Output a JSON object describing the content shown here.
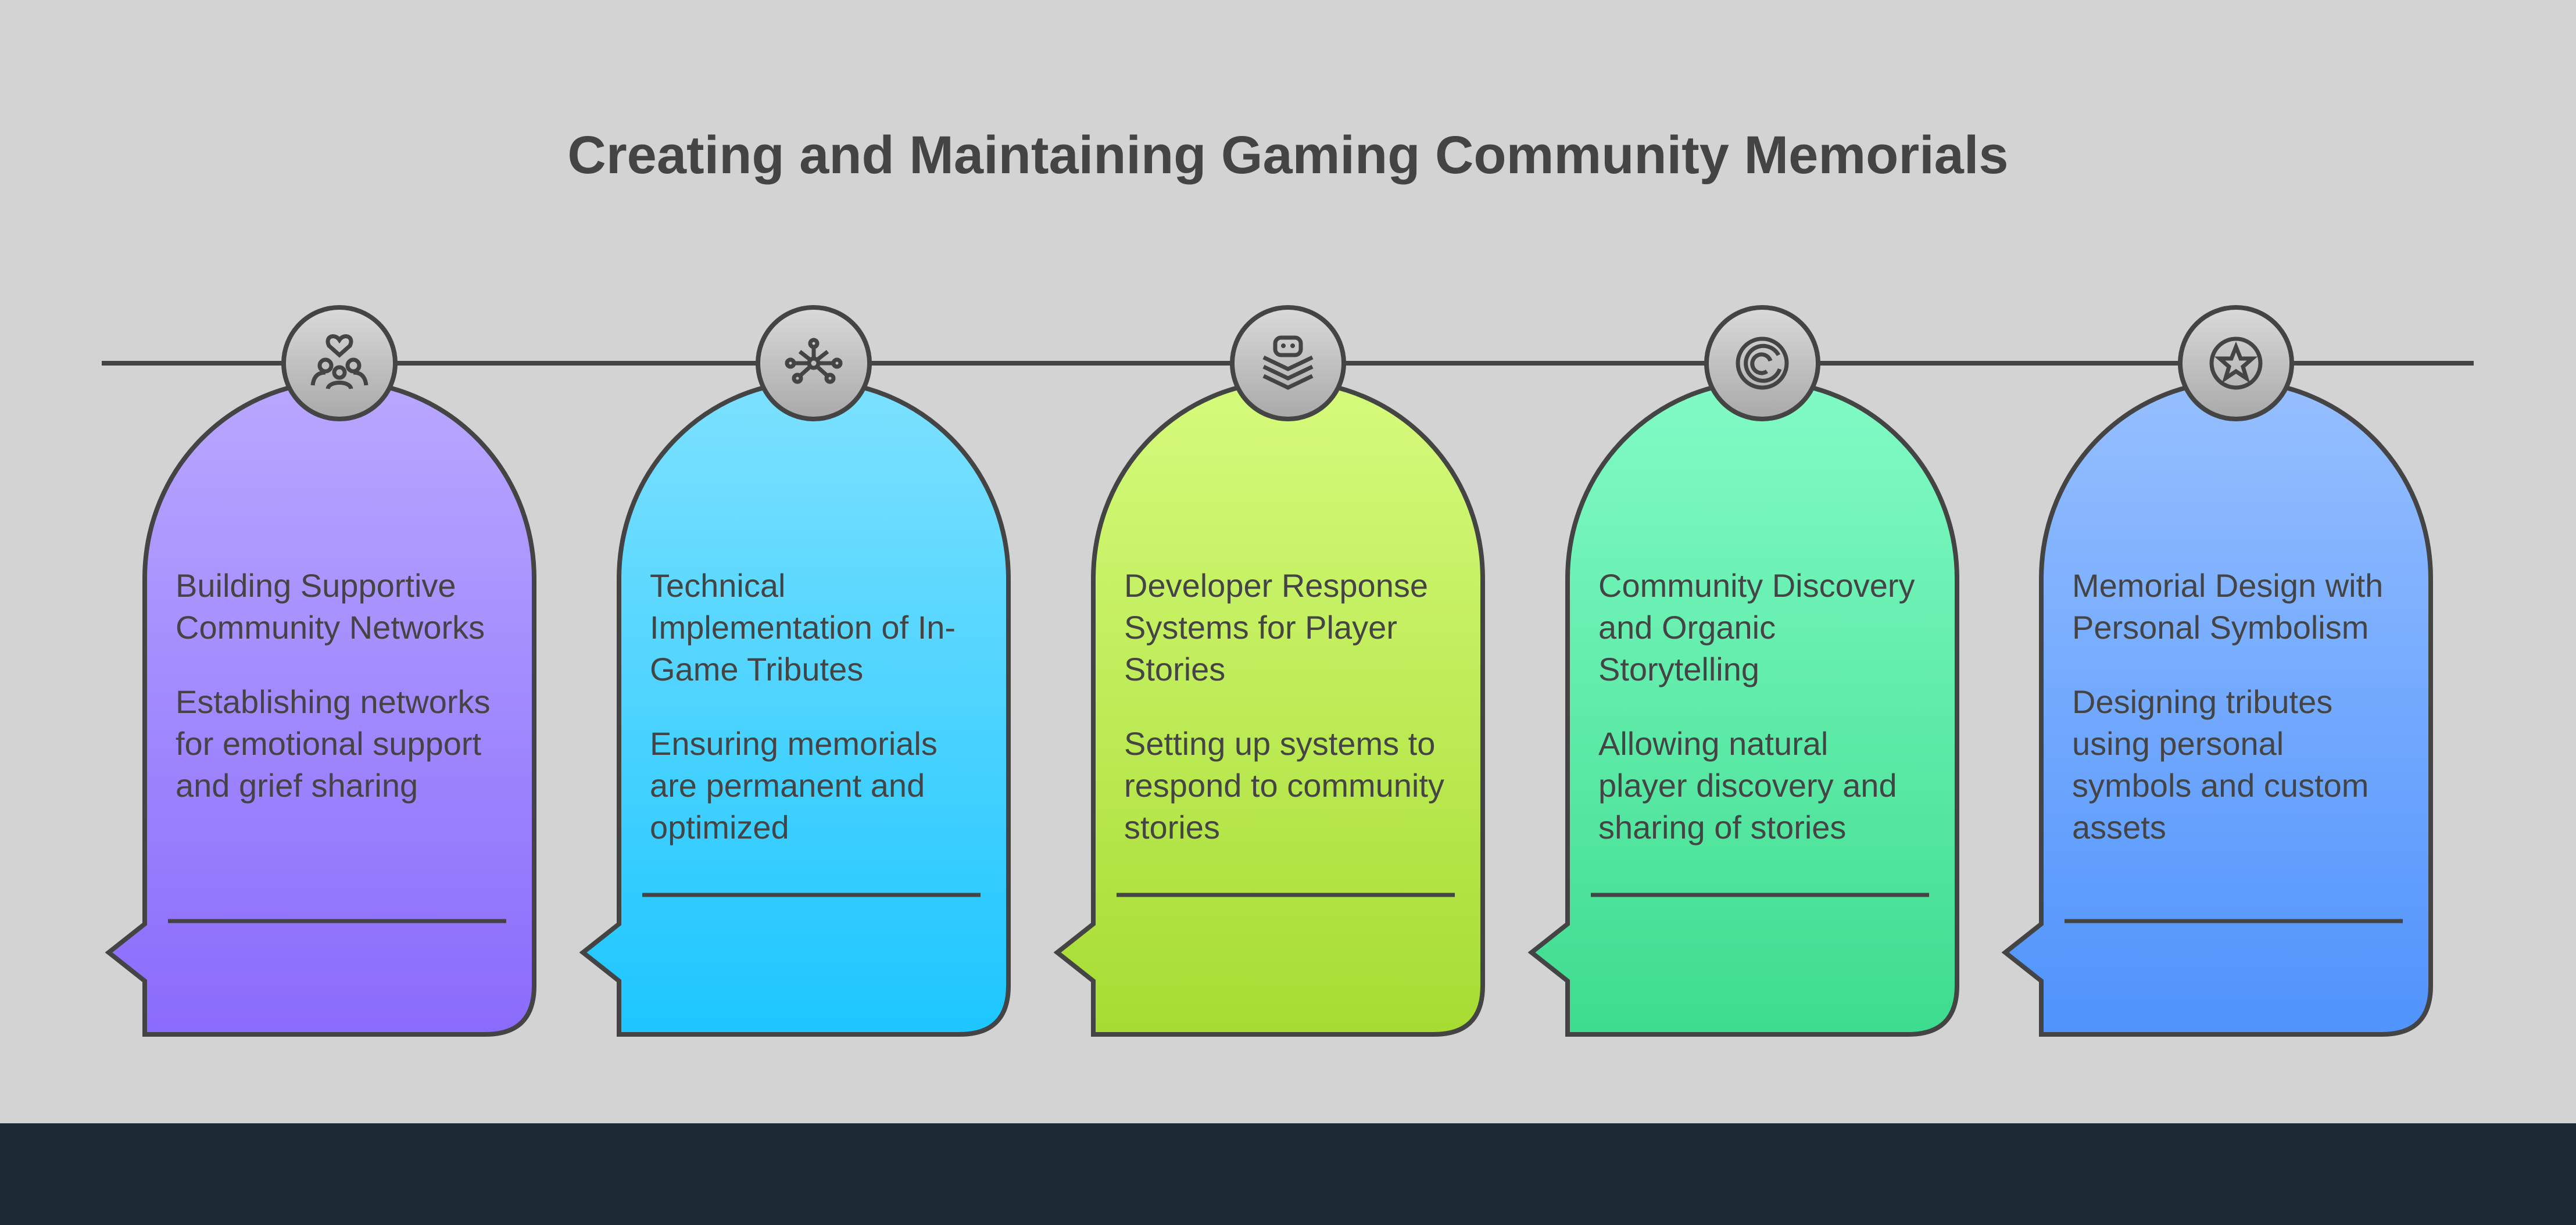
{
  "title": "Creating and Maintaining Gaming Community Memorials",
  "cards": [
    {
      "title": "Building Supportive Community Networks",
      "description": "Establishing networks for emotional support and grief sharing",
      "icon": "community-heart-icon",
      "color_top": "#b8a8ff",
      "color_bottom": "#8a6bfc"
    },
    {
      "title": "Technical Implementation of In-Game Tributes",
      "description": "Ensuring memorials are permanent and optimized",
      "icon": "network-nodes-icon",
      "color_top": "#7de1ff",
      "color_bottom": "#1cc6ff"
    },
    {
      "title": "Developer Response Systems for Player Stories",
      "description": "Setting up systems to respond to community stories",
      "icon": "gamepad-layers-icon",
      "color_top": "#d6fb7c",
      "color_bottom": "#a6dc32"
    },
    {
      "title": "Community Discovery and Organic Storytelling",
      "description": "Allowing natural player discovery and sharing of stories",
      "icon": "spiral-icon",
      "color_top": "#82fbc6",
      "color_bottom": "#3ddc8e"
    },
    {
      "title": "Memorial Design with Personal Symbolism",
      "description": "Designing tributes using personal symbols and custom assets",
      "icon": "star-circle-icon",
      "color_top": "#96bfff",
      "color_bottom": "#4f93fc"
    }
  ]
}
